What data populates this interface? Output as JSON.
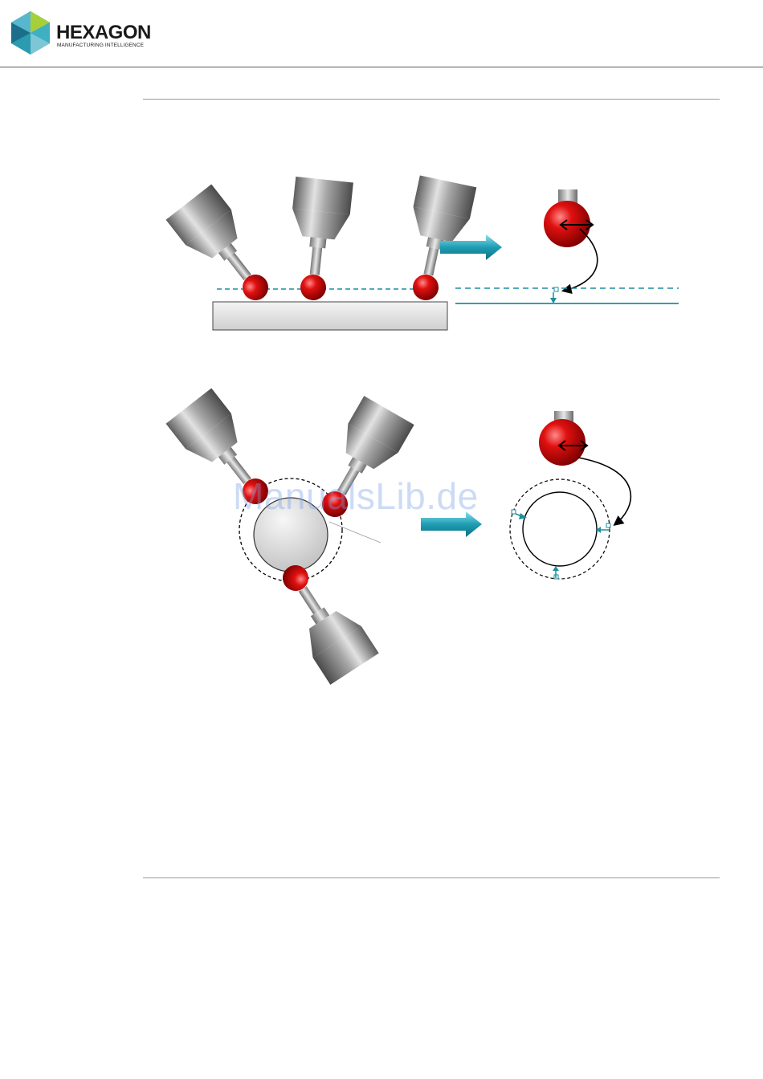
{
  "header": {
    "brand": "HEXAGON",
    "tagline": "MANUFACTURING INTELLIGENCE"
  },
  "watermark": "ManualsLib.de",
  "colors": {
    "accent_teal": "#1e8ea0",
    "probe_red": "#d40a0a",
    "probe_gray": "#8c8c8c"
  }
}
